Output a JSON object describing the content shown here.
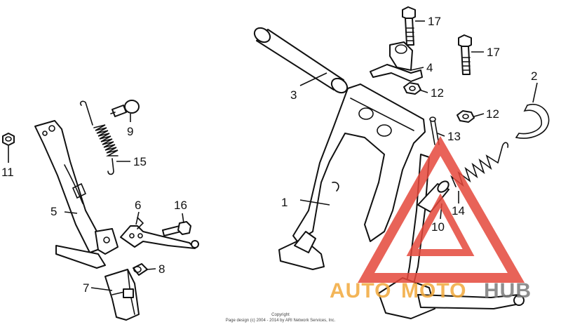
{
  "callouts": {
    "c1": "1",
    "c2": "2",
    "c3": "3",
    "c4": "4",
    "c5": "5",
    "c6": "6",
    "c7": "7",
    "c8": "8",
    "c9": "9",
    "c10": "10",
    "c11": "11",
    "c12a": "12",
    "c12b": "12",
    "c13": "13",
    "c14": "14",
    "c15": "15",
    "c16": "16",
    "c17a": "17",
    "c17b": "17"
  },
  "copyright": {
    "line1": "Copyright",
    "line2": "Page design (c) 2004 - 2014 by ARI Network Services, Inc."
  },
  "watermark": {
    "auto": "AUTO",
    "moto": "MOTO",
    "hub": "HUB",
    "color_red": "#e5483c",
    "color_orange": "#f2a93b",
    "color_gray": "#7b7b7b"
  }
}
